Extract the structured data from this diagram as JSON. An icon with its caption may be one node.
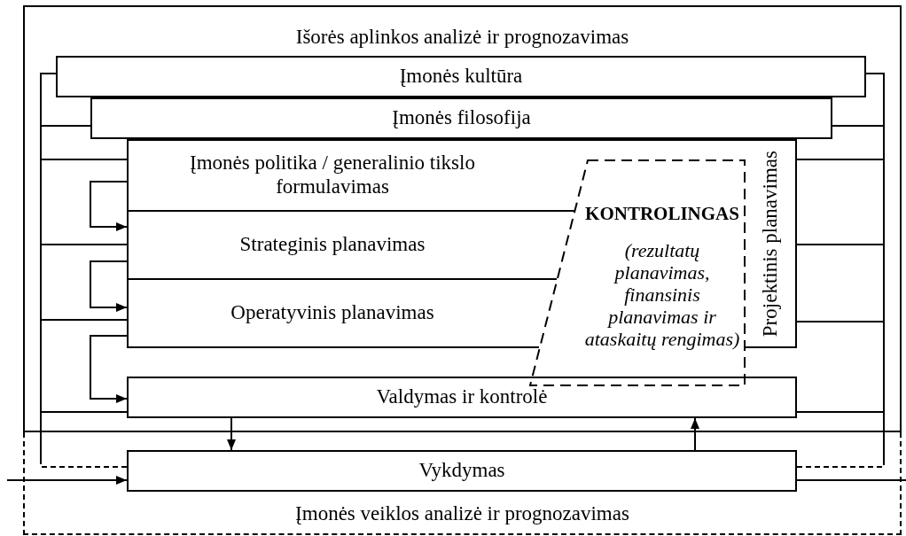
{
  "diagram": {
    "nodes": [
      {
        "text": [
          "Išorės aplinkos analizė ir prognozavimas"
        ]
      },
      {
        "text": [
          "Įmonės kultūra"
        ],
        "in": 0
      },
      {
        "text": [
          "Įmonės filosofija"
        ],
        "in": 0
      },
      {
        "text": [
          "Įmonės politika / generalinio tikslo formulavimas"
        ],
        "in": 0
      },
      {
        "text": [
          "Strateginis planavimas"
        ],
        "in": 0
      },
      {
        "text": [
          "Operatyvinis planavimas"
        ],
        "in": 0
      },
      {
        "text": [
          "KONTROLINGAS",
          "(rezultatų planavimas, finansinis planavimas ir ataskaitų rengimas)"
        ],
        "in": 0
      },
      {
        "text": [
          "Projektinis planavimas"
        ],
        "in": 0
      },
      {
        "text": [
          "Valdymas ir kontrolė"
        ],
        "in": 0
      },
      {
        "text": [
          "Įmonės veiklos analizė ir prognozavimas"
        ]
      },
      {
        "text": [
          "Vykdymas"
        ],
        "in": 9
      }
    ],
    "edges": [
      {
        "from": 3,
        "to": 4,
        "arrow": "to"
      },
      {
        "from": 4,
        "to": 5,
        "arrow": "to"
      },
      {
        "from": 5,
        "to": 8,
        "arrow": "to"
      },
      {
        "from": 8,
        "to": 10,
        "arrow": "to"
      },
      {
        "from": 10,
        "to": 8,
        "arrow": "to"
      },
      {
        "from": null,
        "to": 10,
        "arrow": "to"
      },
      {
        "from": 10,
        "to": null,
        "arrow": "none"
      },
      {
        "from": 10,
        "to": 1,
        "arrow": "none",
        "style": "dashed"
      },
      {
        "from": 10,
        "to": 2,
        "arrow": "none",
        "style": "dashed"
      },
      {
        "from": 10,
        "to": 3,
        "arrow": "none",
        "style": "dashed"
      },
      {
        "from": 10,
        "to": 4,
        "arrow": "none",
        "style": "dashed"
      },
      {
        "from": 10,
        "to": 5,
        "arrow": "none",
        "style": "dashed"
      },
      {
        "from": 10,
        "to": 8,
        "arrow": "none",
        "style": "dashed"
      },
      {
        "from": 10,
        "to": 1,
        "arrow": "none",
        "style": "dashed"
      },
      {
        "from": 10,
        "to": 2,
        "arrow": "none",
        "style": "dashed"
      },
      {
        "from": 10,
        "to": 7,
        "arrow": "none",
        "style": "dashed"
      },
      {
        "from": 10,
        "to": 7,
        "arrow": "none",
        "style": "dashed"
      },
      {
        "from": 10,
        "to": 7,
        "arrow": "none",
        "style": "dashed"
      },
      {
        "from": 10,
        "to": 8,
        "arrow": "none",
        "style": "dashed"
      }
    ]
  }
}
